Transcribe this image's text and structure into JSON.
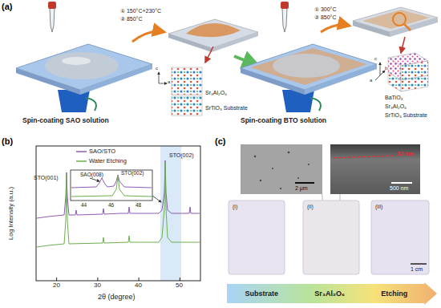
{
  "diagram": {
    "nodes": [
      {
        "text": [
          "Substrate",
          "Sr₃Al₂O₆",
          "Etching"
        ]
      }
    ],
    "labels": [
      "(a)",
      "① 150°C+230°C",
      "② 850°C",
      "Sr₃Al₂O₆",
      "SrTiO₃ Substrate",
      "Spin-coating SAO solution",
      "① 300°C",
      "② 850°C",
      "BaTiO₃",
      "Sr₃Al₂O₆",
      "SrTiO₃ Substrate",
      "Spin-coating BTO solution",
      "(b)",
      "Log Intensity (a.u.)",
      "2θ (degree)",
      "STO(001)",
      "STO(002)",
      "SAO(008)",
      "STO(002)",
      "20",
      "30",
      "40",
      "50",
      "44",
      "46",
      "48",
      "(c)",
      "2 μm",
      "500 nm",
      "32 nm",
      "(i)",
      "(ii)",
      "(iii)",
      "1 cm",
      "c",
      "a",
      "c",
      "b",
      "a"
    ],
    "legend": [
      {
        "text": "SAO/STO"
      },
      {
        "text": "Water Etching"
      }
    ]
  }
}
